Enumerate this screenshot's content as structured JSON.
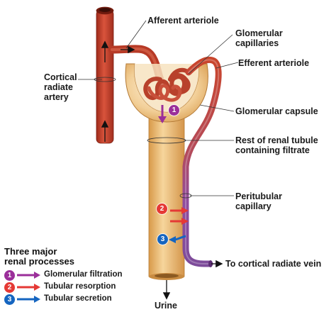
{
  "labels": {
    "afferent": "Afferent arteriole",
    "glomerular_capillaries": [
      "Glomerular",
      "capillaries"
    ],
    "efferent": "Efferent arteriole",
    "cortical_radiate_artery": [
      "Cortical",
      "radiate",
      "artery"
    ],
    "glomerular_capsule": "Glomerular capsule",
    "rest_of_tubule": [
      "Rest of renal tubule",
      "containing filtrate"
    ],
    "peritubular": [
      "Peritubular",
      "capillary"
    ],
    "to_vein": "To cortical radiate vein",
    "urine": "Urine"
  },
  "badges": {
    "one": "1",
    "two": "2",
    "three": "3"
  },
  "legend": {
    "title": [
      "Three major",
      "renal processes"
    ],
    "items": [
      {
        "number": "1",
        "label": "Glomerular filtration",
        "color": "#9b2f9a"
      },
      {
        "number": "2",
        "label": "Tubular resorption",
        "color": "#e53935"
      },
      {
        "number": "3",
        "label": "Tubular secretion",
        "color": "#1565c0"
      }
    ]
  },
  "colors": {
    "artery": "#c8412c",
    "tubule": "#e8b56a",
    "capillary_purple": "#8e4a9c",
    "filtration": "#9b2f9a",
    "resorption": "#e53935",
    "secretion": "#1565c0"
  }
}
